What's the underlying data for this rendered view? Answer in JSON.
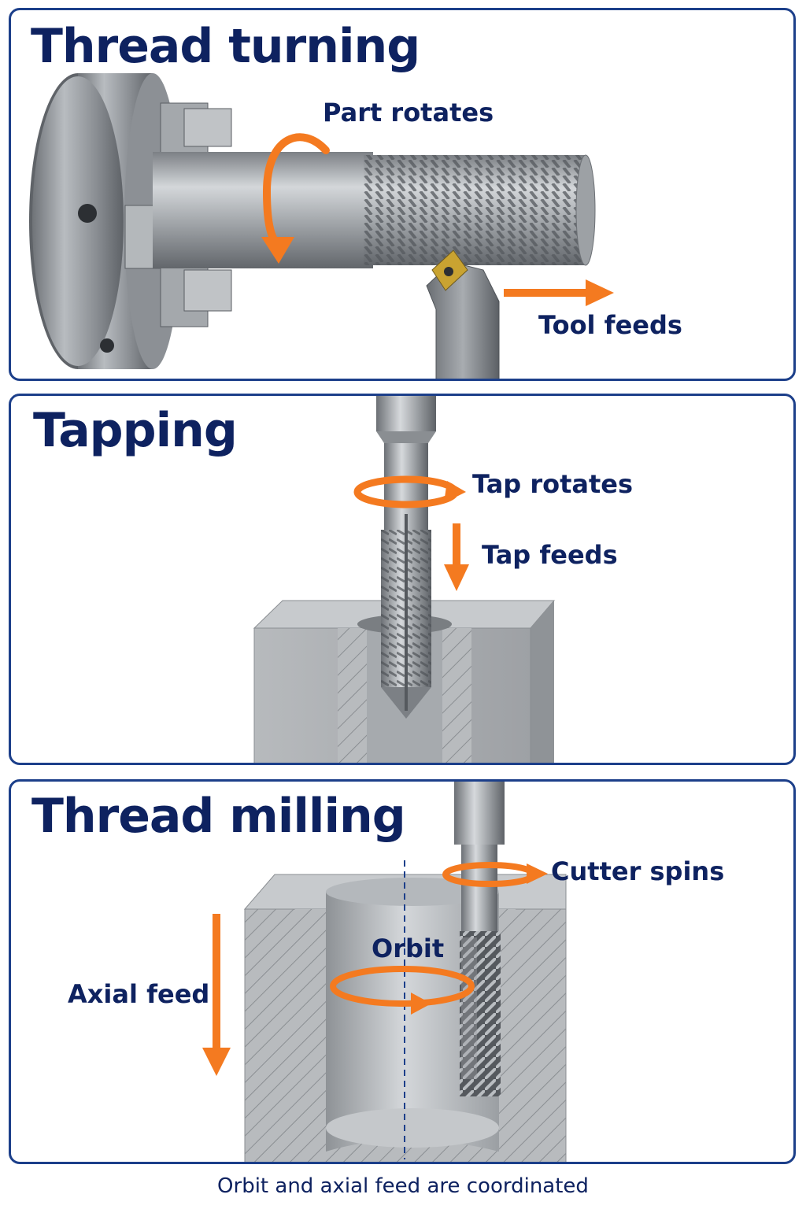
{
  "panels": {
    "turning": {
      "title": "Thread turning",
      "labels": {
        "part_rotates": "Part rotates",
        "tool_feeds": "Tool feeds"
      }
    },
    "tapping": {
      "title": "Tapping",
      "labels": {
        "tap_rotates": "Tap rotates",
        "tap_feeds": "Tap feeds"
      }
    },
    "milling": {
      "title": "Thread milling",
      "labels": {
        "cutter_spins": "Cutter spins",
        "orbit": "Orbit",
        "axial_feed": "Axial feed"
      }
    }
  },
  "caption": "Orbit and axial feed are coordinated",
  "colors": {
    "border": "#1c3f8a",
    "title": "#0e2260",
    "arrow": "#f47a20",
    "metal": "#9ea3a8"
  },
  "icons": [
    "lathe-chuck-icon",
    "threaded-part-icon",
    "cutting-tool-icon",
    "tap-icon",
    "workpiece-block-icon",
    "thread-mill-icon",
    "rotation-arrow-icon",
    "feed-arrow-icon"
  ]
}
